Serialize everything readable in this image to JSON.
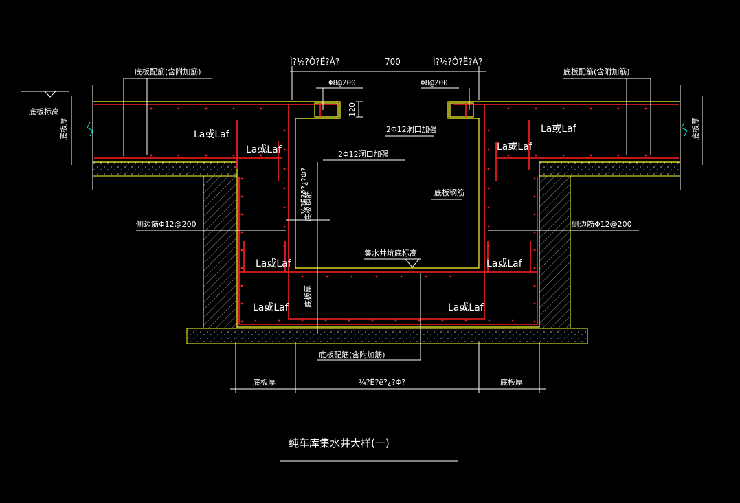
{
  "title": "纯车库集水井大样(一)",
  "dims": {
    "top_width": "700",
    "hole_depth": "120",
    "bottom_left": "底板厚",
    "bottom_center": "¼?Ë?ë?¿?Φ?",
    "bottom_right": "底板厚"
  },
  "labels": {
    "top_left_garbled": "Ì?½?Ò?Ë?À?",
    "top_right_garbled": "Ì?½?Ò?Ë?À?",
    "slab_rebar_left": "底板配筋(含附加筋)",
    "slab_rebar_right": "底板配筋(含附加筋)",
    "slab_elev": "底板标高",
    "slab_thick_left": "底板厚",
    "slab_thick_right": "底板厚",
    "bar_left": "Φ8@200",
    "bar_right": "Φ8@200",
    "hole_rebar_left": "2Φ12洞口加强",
    "hole_rebar_right": "2Φ12洞口加强",
    "la_1": "La或Laf",
    "la_2": "La或Laf",
    "la_3": "La或Laf",
    "la_4": "La或Laf",
    "la_5": "La或Laf",
    "la_6": "La或Laf",
    "la_7": "La或Laf",
    "la_8": "La或Laf",
    "vertical_garbled": "¼?Ë?ë?¿?Φ?",
    "bottom_rebar_left": "底板钢筋",
    "bottom_rebar_right": "底板钢筋",
    "side_wall_left": "侧边筋Φ12@200",
    "side_wall_right": "侧边筋Φ12@200",
    "pit_elev": "集水井坑底标高",
    "pit_thick": "底板厚",
    "bottom_slab_rebar": "底板配筋(含附加筋)"
  },
  "colors": {
    "background": "#000000",
    "dimension": "#ffffff",
    "outline": "#ffff33",
    "rebar": "#ff2020",
    "leader": "#00e5e5"
  }
}
